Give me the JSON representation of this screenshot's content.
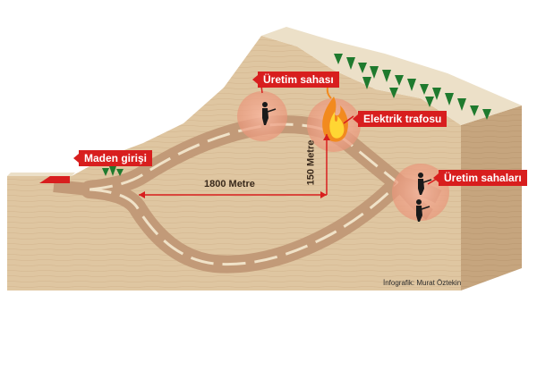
{
  "labels": {
    "mine_entrance": "Maden girişi",
    "production_area": "Üretim sahası",
    "transformer": "Elektrik trafosu",
    "production_areas": "Üretim sahaları"
  },
  "dimensions": {
    "horizontal": "1800 Metre",
    "vertical": "150 Metre"
  },
  "credit": "İnfografik: Murat Öztekin",
  "colors": {
    "ground_front": "#dfc6a1",
    "ground_side": "#c8a882",
    "mountain": "#e2caa5",
    "grass_top": "#ece0c8",
    "tunnel": "#c29a78",
    "tunnel_lining": "#f0e2c8",
    "label_red": "#d81e1e",
    "tree_green": "#1f7a2e"
  }
}
